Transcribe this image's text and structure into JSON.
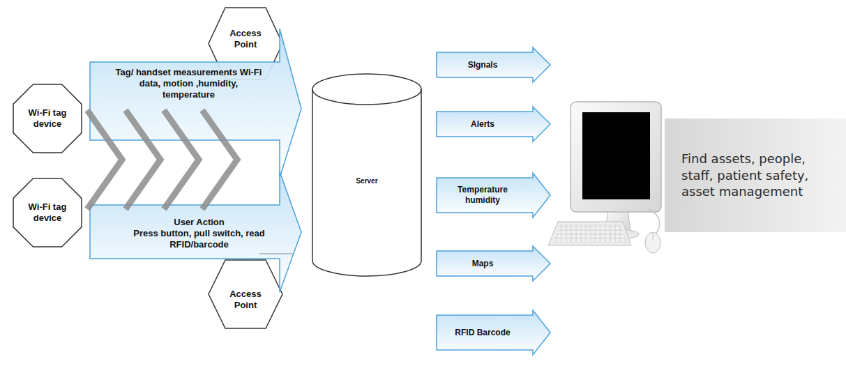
{
  "diagram": {
    "nodes": [
      {
        "text": [
          "Wi-Fi tag device"
        ]
      },
      {
        "text": [
          "Wi-Fi tag device"
        ]
      },
      {
        "text": [
          "Access Point"
        ]
      },
      {
        "text": [
          "Access Point"
        ]
      },
      {
        "text": [
          "Tag/ handset measurements Wi-Fi data, motion ,humidity, temperature"
        ]
      },
      {
        "text": [
          "User Action",
          "Press button, pull switch, read RFID/barcode"
        ]
      },
      {
        "text": [
          "Server"
        ]
      },
      {
        "text": [
          "SIgnals"
        ]
      },
      {
        "text": [
          "Alerts"
        ]
      },
      {
        "text": [
          "Temperature humidity"
        ]
      },
      {
        "text": [
          "Maps"
        ]
      },
      {
        "text": [
          "RFID Barcode"
        ]
      },
      {
        "text": [
          "Find assets, people, staff, patient safety, asset management"
        ]
      }
    ]
  }
}
